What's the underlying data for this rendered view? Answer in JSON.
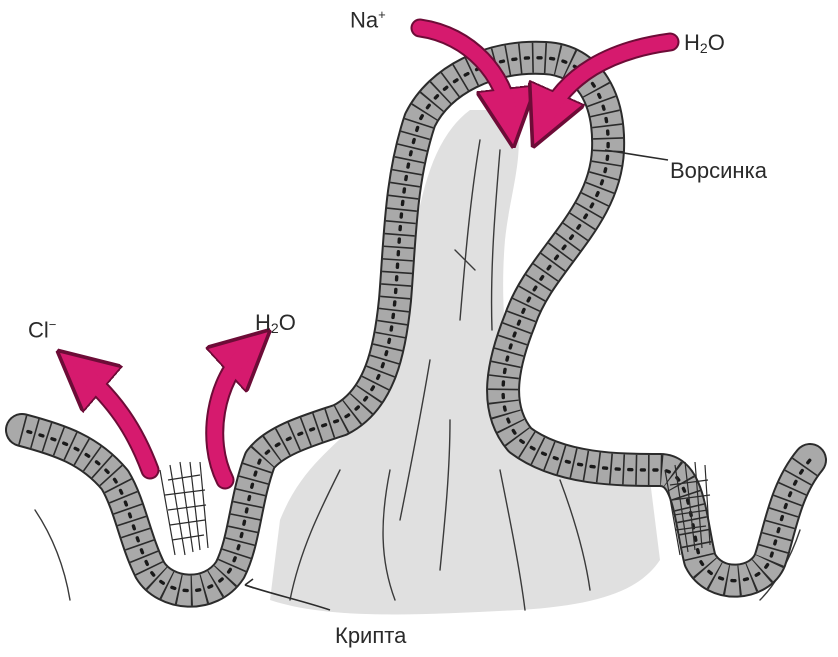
{
  "labels": {
    "na": {
      "base": "Na",
      "sup": "+"
    },
    "h2o_top": {
      "pre": "H",
      "sub": "2",
      "post": "O"
    },
    "villus": "Ворсинка",
    "cl": {
      "base": "Cl",
      "sup": "−"
    },
    "h2o_left": {
      "pre": "H",
      "sub": "2",
      "post": "O"
    },
    "crypt": "Крипта"
  },
  "colors": {
    "arrow": "#d61a6e",
    "cell_fill": "#a9a9a9",
    "outline": "#2b2b2b",
    "core": "#e2e2e2"
  }
}
